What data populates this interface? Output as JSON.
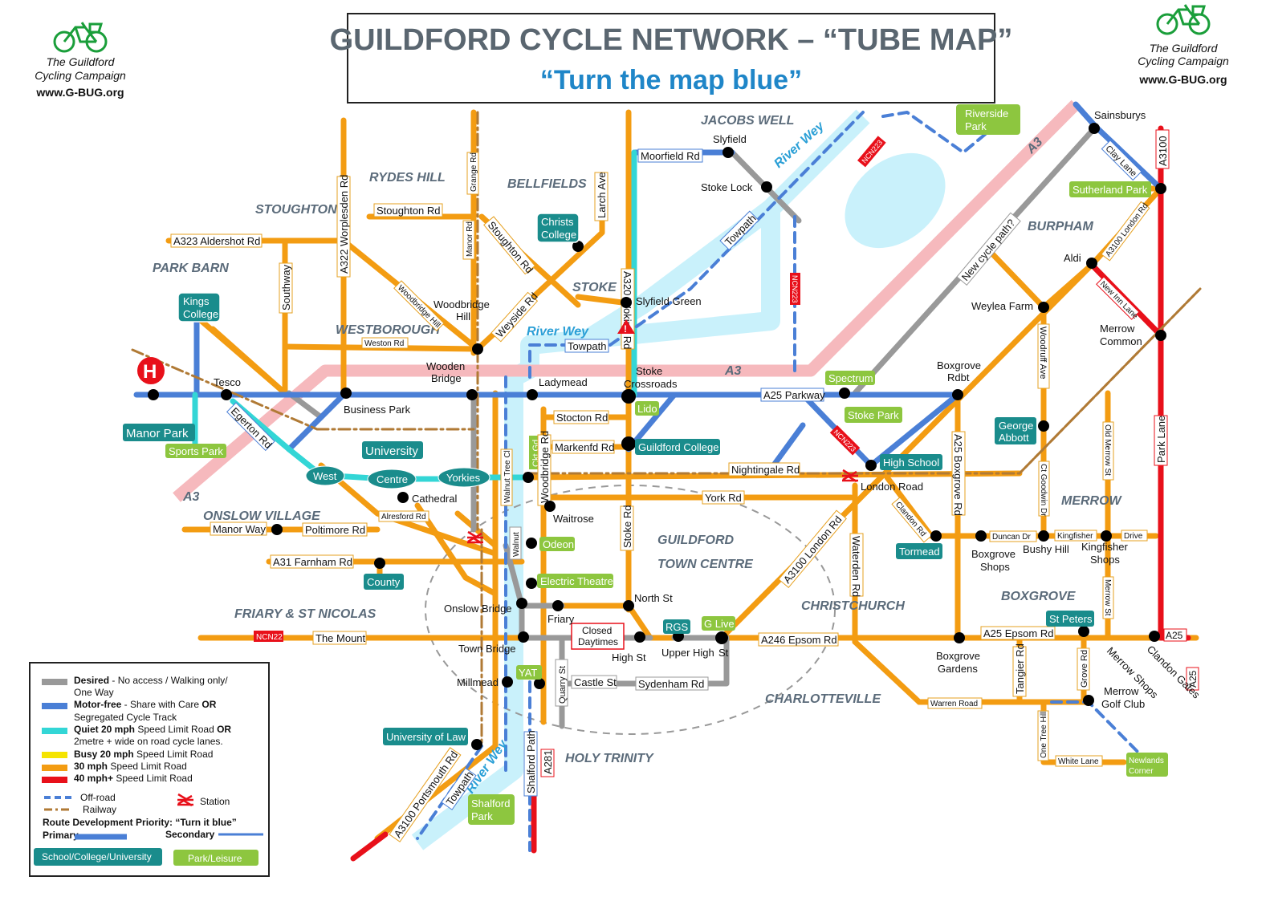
{
  "title": {
    "main": "GUILDFORD CYCLE NETWORK – “TUBE MAP”",
    "sub": "“Turn the map blue”"
  },
  "logo": {
    "line1": "The Guildford",
    "line2": "Cycling Campaign",
    "url": "www.G-BUG.org"
  },
  "colors": {
    "orange": "#f39c12",
    "blue": "#4a7fd6",
    "cyan": "#33d6d6",
    "red": "#e8101a",
    "grey": "#999999",
    "pink": "#f6b9bd",
    "lightblue": "#c9f1fb",
    "teal": "#1a8c8c",
    "green": "#8dc63f",
    "title": "#5a6670",
    "subtitle": "#1f86c8"
  },
  "areas": {
    "jacobs_well": "JACOBS WELL",
    "rydes_hill": "RYDES HILL",
    "bellfields": "BELLFIELDS",
    "stoughton": "STOUGHTON",
    "park_barn": "PARK BARN",
    "stoke": "STOKE",
    "westborough": "WESTBOROUGH",
    "burpham": "BURPHAM",
    "onslow_village": "ONSLOW VILLAGE",
    "merrow": "MERROW",
    "gtc1": "GUILDFORD",
    "gtc2": "TOWN CENTRE",
    "boxgrove": "BOXGROVE",
    "christchurch": "CHRISTCHURCH",
    "friary": "FRIARY & ST NICOLAS",
    "charlotteville": "CHARLOTTEVILLE",
    "holy_trinity": "HOLY TRINITY",
    "a3a": "A3",
    "a3b": "A3",
    "a3c": "A3",
    "river_wey1": "River Wey",
    "river_wey2": "River Wey",
    "river_wey3": "River Wey"
  },
  "roads": {
    "worplesden": "A322 Worplesden Rd",
    "aldershot": "A323 Aldershot Rd",
    "stoughton": "Stoughton Rd",
    "grange": "Grange Rd",
    "manor": "Manor Rd",
    "larch": "Larch Ave",
    "woking": "A320 Woking Rd",
    "stoughton2": "Stoughton Rd",
    "southway": "Southway",
    "woodbridge_hill": "Woodbridge Hill",
    "weyside": "Weyside Rd",
    "weston": "Weston Rd",
    "egerton": "Egerton Rd",
    "moorfield": "Moorfield Rd",
    "towpath1": "Towpath",
    "towpath2": "Towpath",
    "towpath3": "Towpath",
    "parkway": "A25 Parkway",
    "stocton": "Stocton Rd",
    "markenfd": "Markenfd Rd",
    "nightingale": "Nightingale Rd",
    "york": "York Rd",
    "walnut_tree": "Walnut Tree Cl",
    "ckt_gd": "Ckt Gd",
    "woodbridge": "Woodbridge Rd",
    "walnut": "Walnut",
    "manor_way": "Manor Way",
    "poltimore": "Poltimore Rd",
    "alresford": "Alresford Rd",
    "farnham": "A31 Farnham Rd",
    "the_mount": "The Mount",
    "stoke_rd": "Stoke Rd",
    "london_a3100": "A3100 London Rd",
    "waterden": "Waterden Rd",
    "boxgrove_a25": "A25 Boxgrove Rd",
    "clandon": "Clandon Rd",
    "duncan": "Duncan Dr",
    "kingfisher": "Kingfisher",
    "drive": "Drive",
    "woodruff": "Woodruff Ave",
    "ct_goodwin": "Ct Goodwin Dr",
    "old_merrow": "Old Merrow St",
    "park_lane": "Park Lane",
    "merrow_st": "Merrow St",
    "epsom": "A25 Epsom Rd",
    "a246": "A246 Epsom Rd",
    "tangier": "Tangier Rd",
    "grove": "Grove Rd",
    "warren": "Warren Road",
    "one_tree": "One Tree Hill",
    "white_lane": "White Lane",
    "quarry": "Quarry St",
    "castle": "Castle St",
    "sydenham": "Sydenham Rd",
    "portsmouth": "A3100 Portsmouth Rd",
    "shalford_path": "Shalford Path",
    "a281": "A281",
    "new_inn": "New Inn Lane",
    "clay_lane": "Clay Lane",
    "a3100_london2": "A3100 London Rd",
    "a3100": "A3100",
    "a25_end": "A25",
    "a25_vert": "A25",
    "new_cycle_path": "New cycle path?",
    "ncn223a": "NCN223",
    "ncn223b": "NCN223",
    "ncn223c": "NCN223",
    "ncn22": "NCN22"
  },
  "places": {
    "slyfield": "Slyfield",
    "stoke_lock": "Stoke Lock",
    "sainsburys": "Sainsburys",
    "aldi": "Aldi",
    "weylea": "Weylea Farm",
    "merrow_common1": "Merrow",
    "merrow_common2": "Common",
    "woodbridge_hill1": "Woodbridge",
    "woodbridge_hill2": "Hill",
    "slyfield_green": "Slyfield Green",
    "tesco": "Tesco",
    "wooden_bridge1": "Wooden",
    "wooden_bridge2": "Bridge",
    "ladymead": "Ladymead",
    "stoke_x1": "Stoke",
    "stoke_x2": "Crossroads",
    "boxgrove_rdbt1": "Boxgrove",
    "boxgrove_rdbt2": "Rdbt",
    "business_park": "Business Park",
    "london_road": "London Road",
    "cathedral": "Cathedral",
    "waitrose": "Waitrose",
    "bushy_hill": "Bushy Hill",
    "kingfisher_shops1": "Kingfisher",
    "kingfisher_shops2": "Shops",
    "boxgrove_shops1": "Boxgrove",
    "boxgrove_shops2": "Shops",
    "onslow_bridge": "Onslow Bridge",
    "north_st": "North St",
    "friary": "Friary",
    "closed1": "Closed",
    "closed2": "Daytimes",
    "town_bridge": "Town Bridge",
    "high_st": "High St",
    "upper_high1": "Upper High",
    "upper_high2": "St",
    "millmead": "Millmead",
    "boxgrove_gardens1": "Boxgrove",
    "boxgrove_gardens2": "Gardens",
    "merrow_shops": "Merrow Shops",
    "clandon_gates": "Clandon Gates",
    "merrow_golf1": "Merrow",
    "merrow_golf2": "Golf Club"
  },
  "schools": {
    "kings1": "Kings",
    "kings2": "College",
    "christs1": "Christs",
    "christs2": "College",
    "manor_park": "Manor Park",
    "university": "University",
    "west": "West",
    "centre": "Centre",
    "yorkies": "Yorkies",
    "guildford_college": "Guildford College",
    "high_school": "High School",
    "george1": "George",
    "george2": "Abbott",
    "tormead": "Tormead",
    "county": "County",
    "rgs": "RGS",
    "st_peters": "St Peters",
    "university_law": "University of Law"
  },
  "parks": {
    "riverside1": "Riverside",
    "riverside2": "Park",
    "sutherland": "Sutherland Park",
    "sports_park": "Sports Park",
    "spectrum": "Spectrum",
    "stoke_park": "Stoke Park",
    "lido": "Lido",
    "odeon": "Odeon",
    "electric_theatre": "Electric Theatre",
    "g_live": "G Live",
    "yat": "YAT",
    "shalford1": "Shalford",
    "shalford2": "Park",
    "newlands1": "Newlands",
    "newlands2": "Corner"
  },
  "legend": {
    "desired_b": "Desired",
    "desired": " - No access / Walking only/",
    "desired2": "One Way",
    "motorfree_b": "Motor-free",
    "motorfree": " - Share with Care ",
    "or1": "OR",
    "motorfree2": "Segregated Cycle Track",
    "quiet_b": "Quiet 20 mph",
    "quiet": " Speed Limit Road ",
    "or2": "OR",
    "quiet2": "2metre + wide on road cycle lanes.",
    "busy_b": "Busy 20 mph",
    "busy": " Speed Limit Road",
    "mph30_b": "30 mph",
    "mph30": " Speed Limit Road",
    "mph40_b": "40 mph+",
    "mph40": " Speed Limit Road",
    "offroad": "Off-road",
    "railway": "Railway",
    "station": "Station",
    "priority": "Route Development Priority: “Turn it blue”",
    "primary": "Primary",
    "secondary": "Secondary",
    "school": "School/College/University",
    "park": "Park/Leisure"
  },
  "icons": {
    "station": "rail-station-icon",
    "hospital": "hospital-icon",
    "hazard": "warning-icon",
    "bike": "bicycle-icon"
  }
}
